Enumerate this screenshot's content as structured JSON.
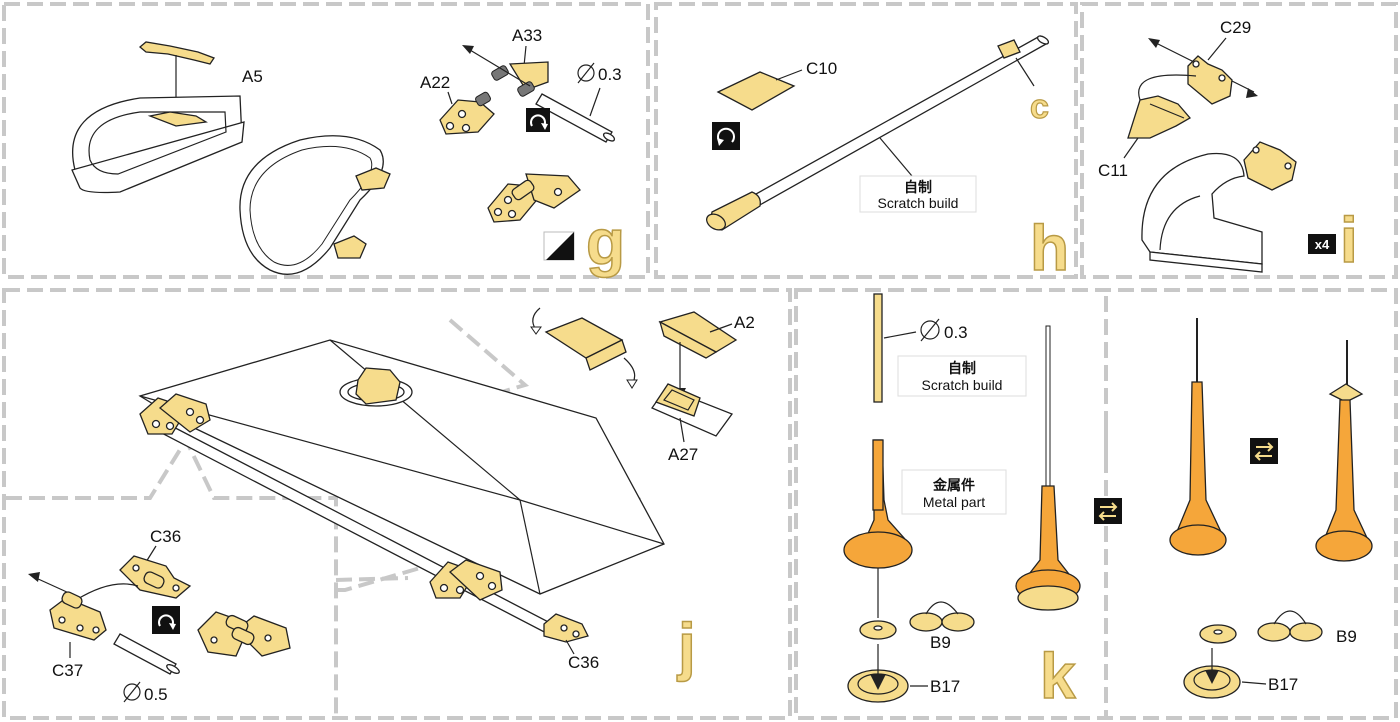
{
  "steps": {
    "g": {
      "letter": "g",
      "labels": {
        "a5": "A5",
        "a33": "A33",
        "a22": "A22",
        "dia": "0.3"
      }
    },
    "h": {
      "letter": "h",
      "sub": "c",
      "labels": {
        "c10": "C10"
      },
      "note_cn": "自制",
      "note_en": "Scratch build"
    },
    "i": {
      "letter": "i",
      "multiplier": "x4",
      "labels": {
        "c29": "C29",
        "c11": "C11"
      }
    },
    "j": {
      "letter": "j",
      "labels": {
        "a2": "A2",
        "a27": "A27",
        "c36_top": "C36",
        "c36_bottom": "C36",
        "c37": "C37",
        "dia": "0.5"
      }
    },
    "k": {
      "letter": "k",
      "labels": {
        "dia": "0.3",
        "b9_left": "B9",
        "b17_left": "B17",
        "b9_right": "B9",
        "b17_right": "B17"
      },
      "note1_cn": "自制",
      "note1_en": "Scratch build",
      "note2_cn": "金属件",
      "note2_en": "Metal part"
    }
  },
  "colors": {
    "part": "#f6dc8c",
    "metal": "#f5a63a",
    "frame": "#c8c8c8",
    "letter": "#f6dc8c"
  },
  "icons": [
    "bend-icon",
    "cut-icon",
    "swap-icon",
    "diameter-icon",
    "arrow-icon"
  ]
}
